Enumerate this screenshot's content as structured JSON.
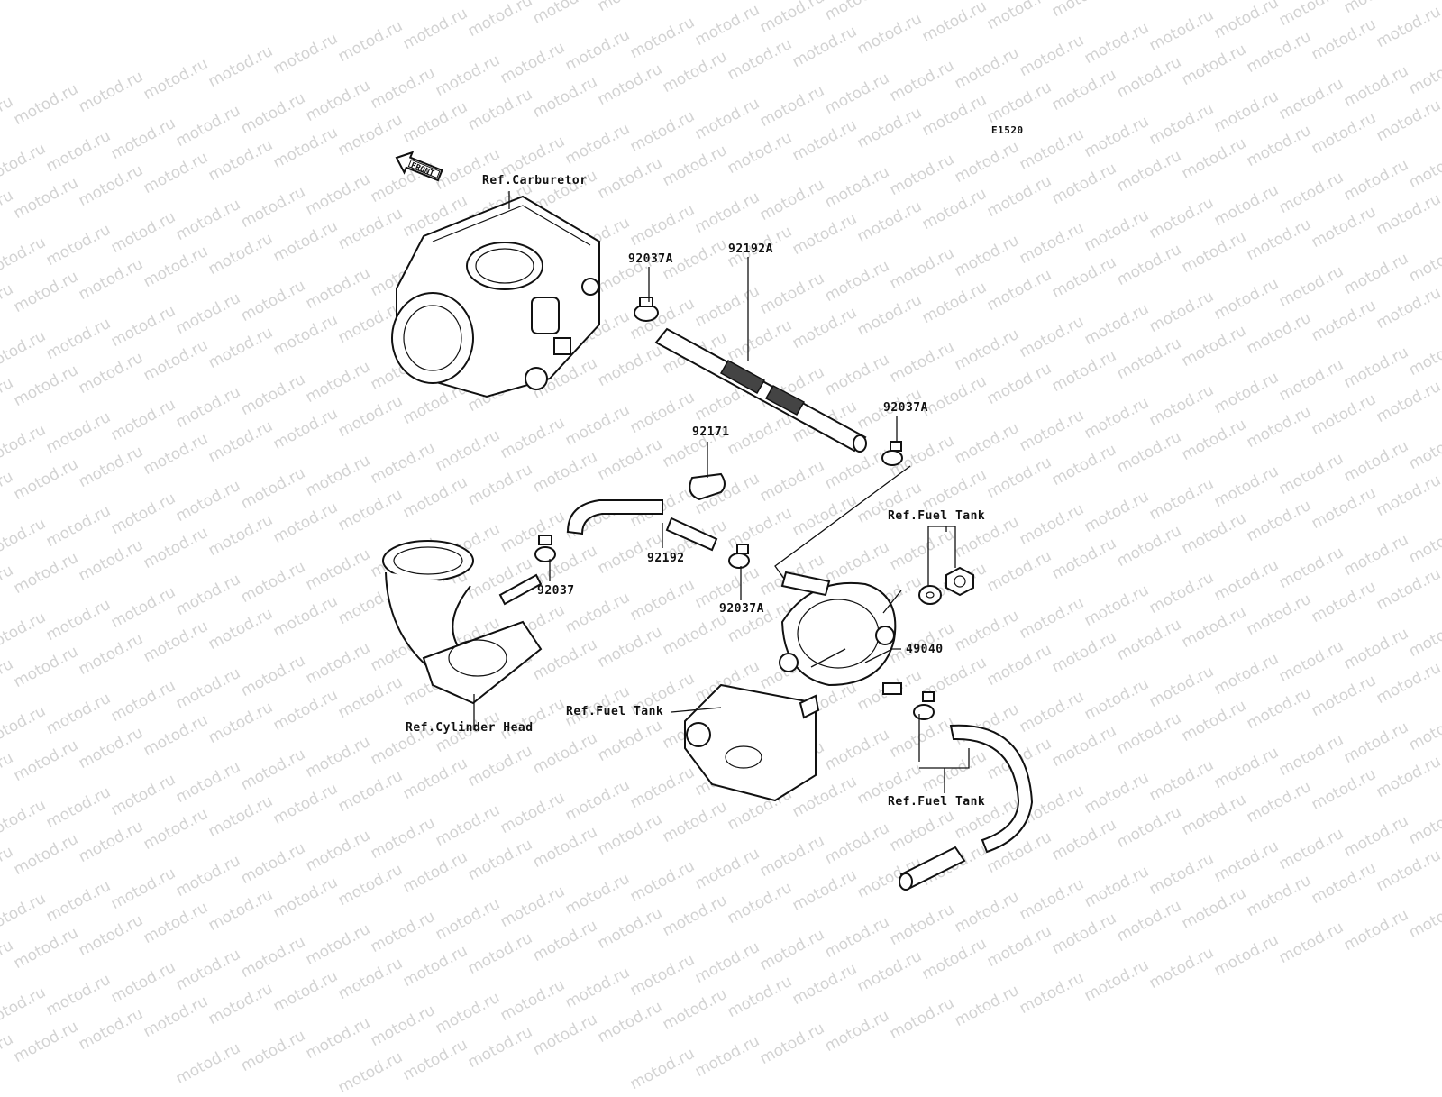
{
  "diagram_code": "E1520",
  "front_arrow_label": "FRONT",
  "watermark_text": "motod.ru",
  "labels": {
    "ref_carburetor": "Ref.Carburetor",
    "clamp_top": "92037A",
    "hose_92192a": "92192A",
    "clamp_right": "92037A",
    "clip_92171": "92171",
    "hose_92192": "92192",
    "clamp_92037": "92037",
    "clamp_lower": "92037A",
    "ref_fuel_tank_upper": "Ref.Fuel Tank",
    "pump_49040": "49040",
    "ref_fuel_tank_left": "Ref.Fuel Tank",
    "ref_cylinder_head": "Ref.Cylinder Head",
    "ref_fuel_tank_lower": "Ref.Fuel Tank"
  }
}
